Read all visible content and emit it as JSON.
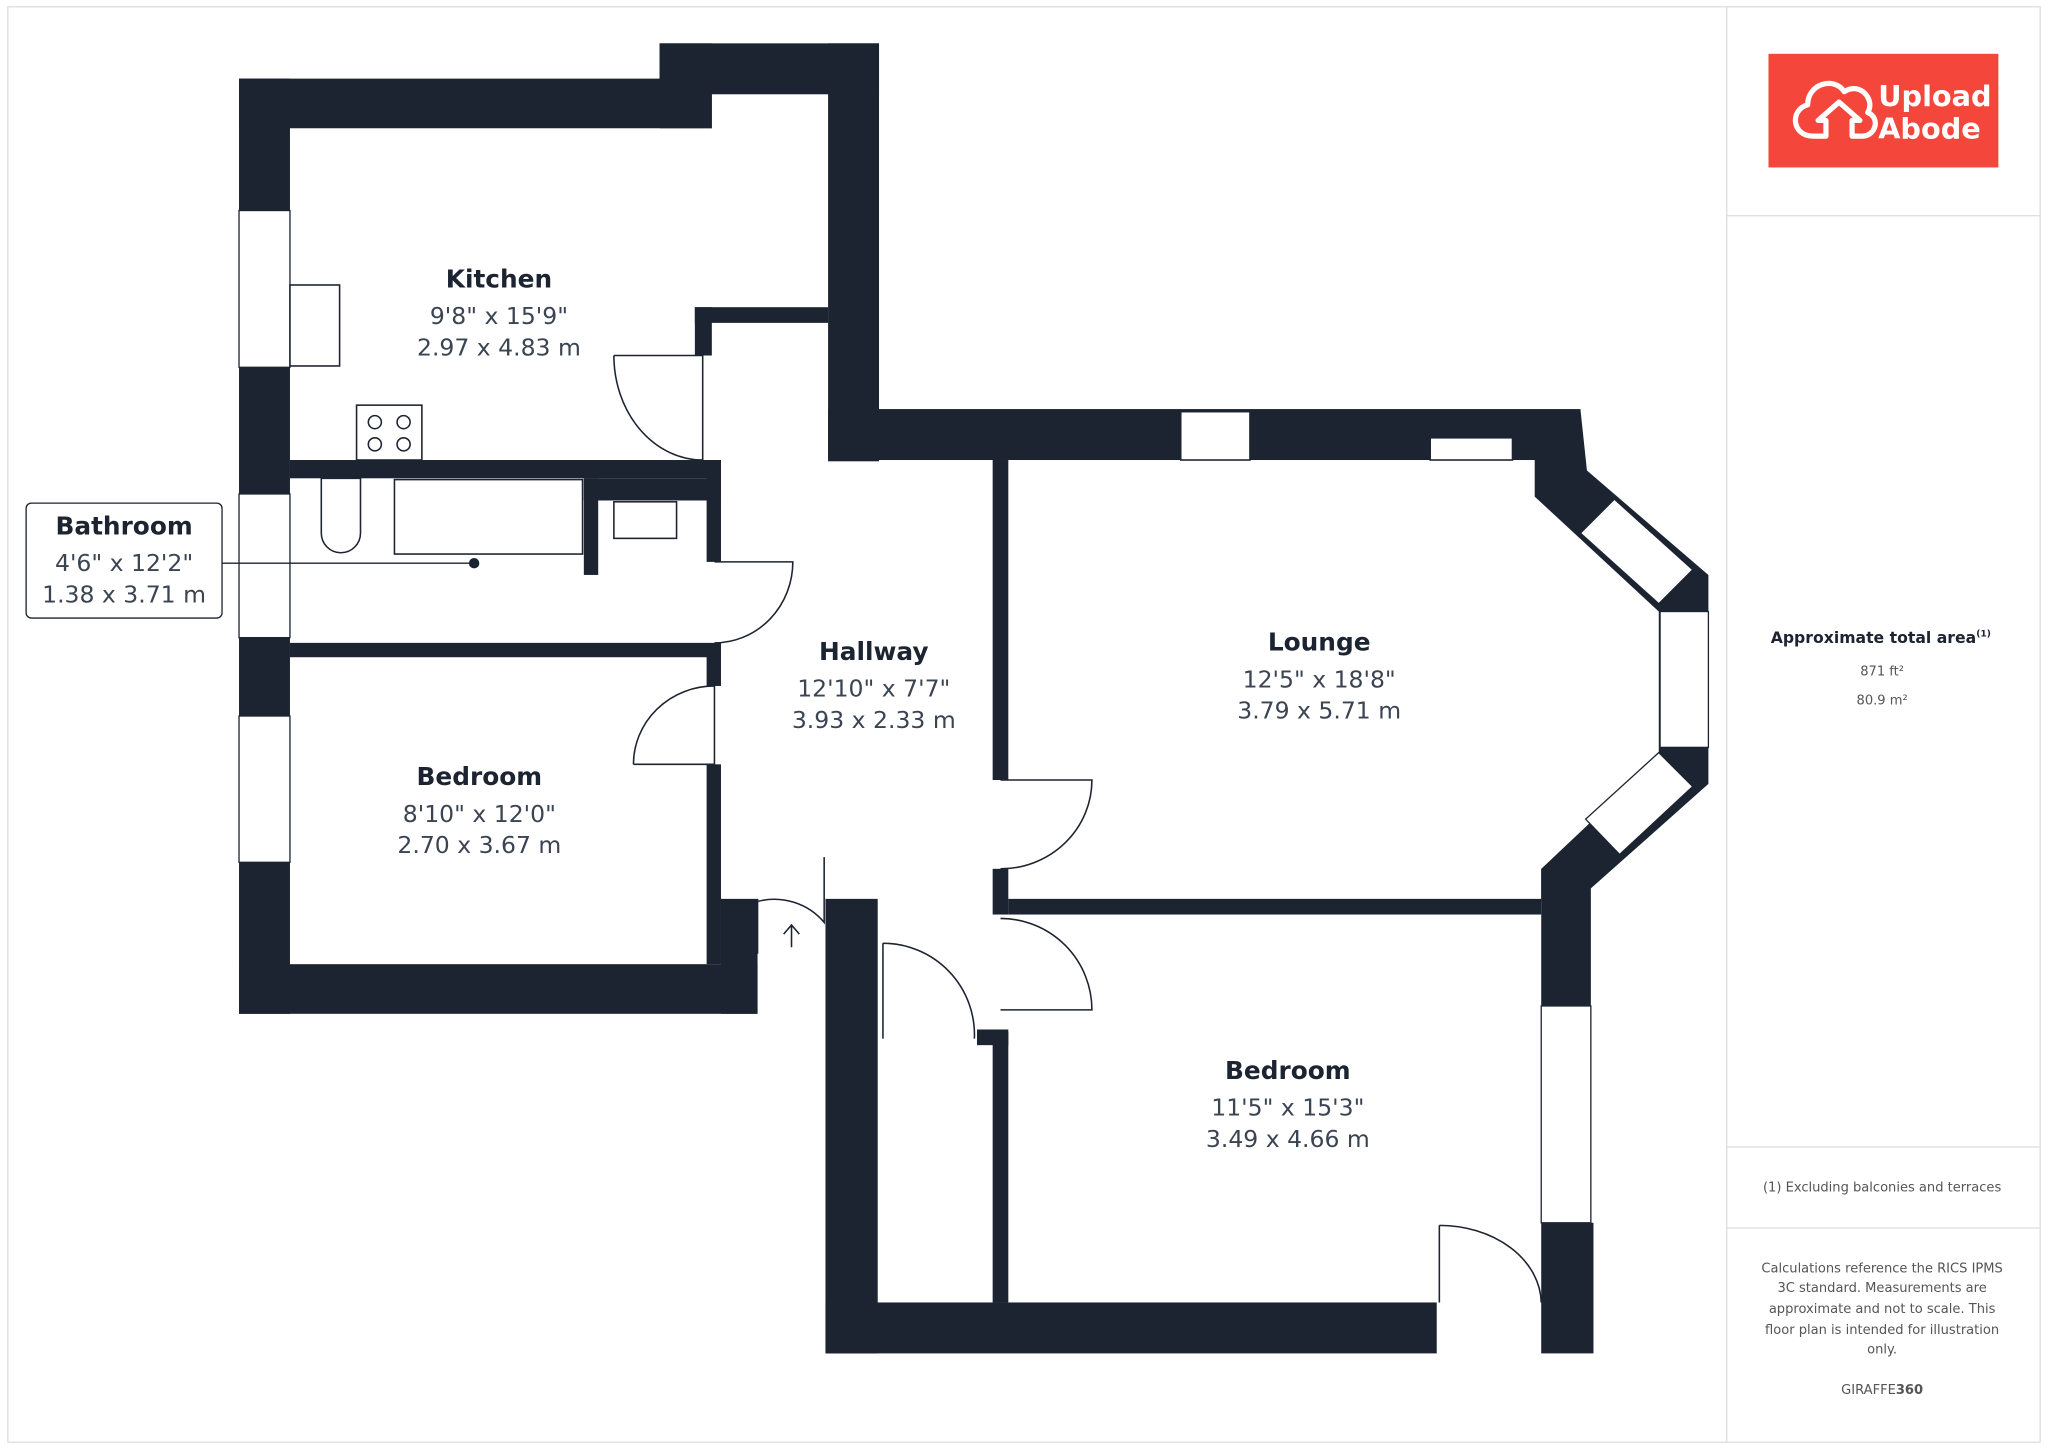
{
  "brand": {
    "logo_line1": "Upload",
    "logo_line2": "Abode",
    "color": "#f4463b"
  },
  "rooms": [
    {
      "name": "Kitchen",
      "imperial": "9'8\" x 15'9\"",
      "metric": "2.97 x 4.83 m"
    },
    {
      "name": "Bathroom",
      "imperial": "4'6\" x 12'2\"",
      "metric": "1.38 x 3.71 m"
    },
    {
      "name": "Hallway",
      "imperial": "12'10\" x 7'7\"",
      "metric": "3.93 x 2.33 m"
    },
    {
      "name": "Lounge",
      "imperial": "12'5\" x 18'8\"",
      "metric": "3.79 x 5.71 m"
    },
    {
      "name": "Bedroom",
      "imperial": "8'10\" x 12'0\"",
      "metric": "2.70 x 3.67 m"
    },
    {
      "name": "Bedroom",
      "imperial": "11'5\" x 15'3\"",
      "metric": "3.49 x 4.66 m"
    }
  ],
  "area": {
    "title": "Approximate total area",
    "footnote_mark": "(1)",
    "sqft": "871 ft²",
    "sqm": "80.9 m²"
  },
  "footnote": "(1) Excluding balconies and terraces",
  "disclaimer": [
    "Calculations reference the RICS IPMS",
    "3C standard. Measurements are",
    "approximate and not to scale. This",
    "floor plan is intended for illustration",
    "only."
  ],
  "credit": {
    "part1": "GIRAFFE",
    "part2": "360"
  },
  "colors": {
    "wall": "#1c2431"
  }
}
